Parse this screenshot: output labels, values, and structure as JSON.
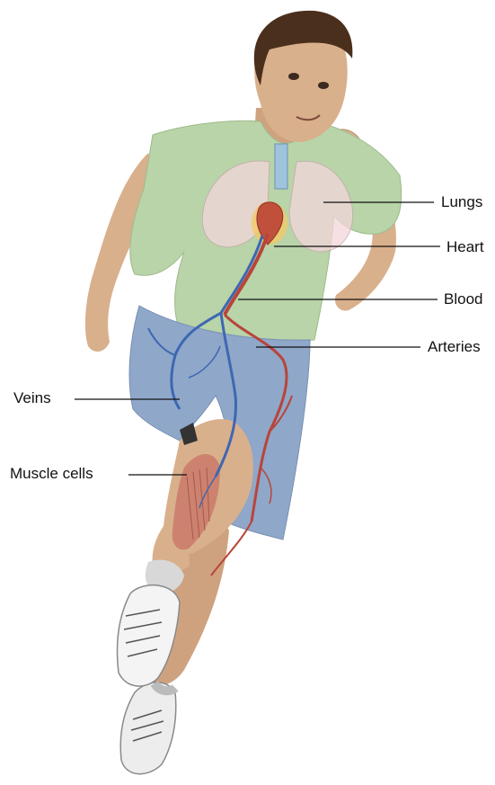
{
  "labels": {
    "lungs": "Lungs",
    "heart": "Heart",
    "blood": "Blood",
    "arteries": "Arteries",
    "veins": "Veins",
    "muscle_cells": "Muscle cells"
  },
  "colors": {
    "skin": "#d9b08c",
    "skin_shadow": "#c79a74",
    "hair": "#4a2f1c",
    "shirt": "#b8d4a8",
    "shorts": "#8fa7c9",
    "sock": "#d8d8d8",
    "shoe": "#f4f4f4",
    "artery": "#b8453a",
    "vein": "#3e67b3",
    "lung": "#f3d6db",
    "heart": "#c0503c",
    "muscle": "#c97a6a",
    "leader_line": "#111111"
  }
}
